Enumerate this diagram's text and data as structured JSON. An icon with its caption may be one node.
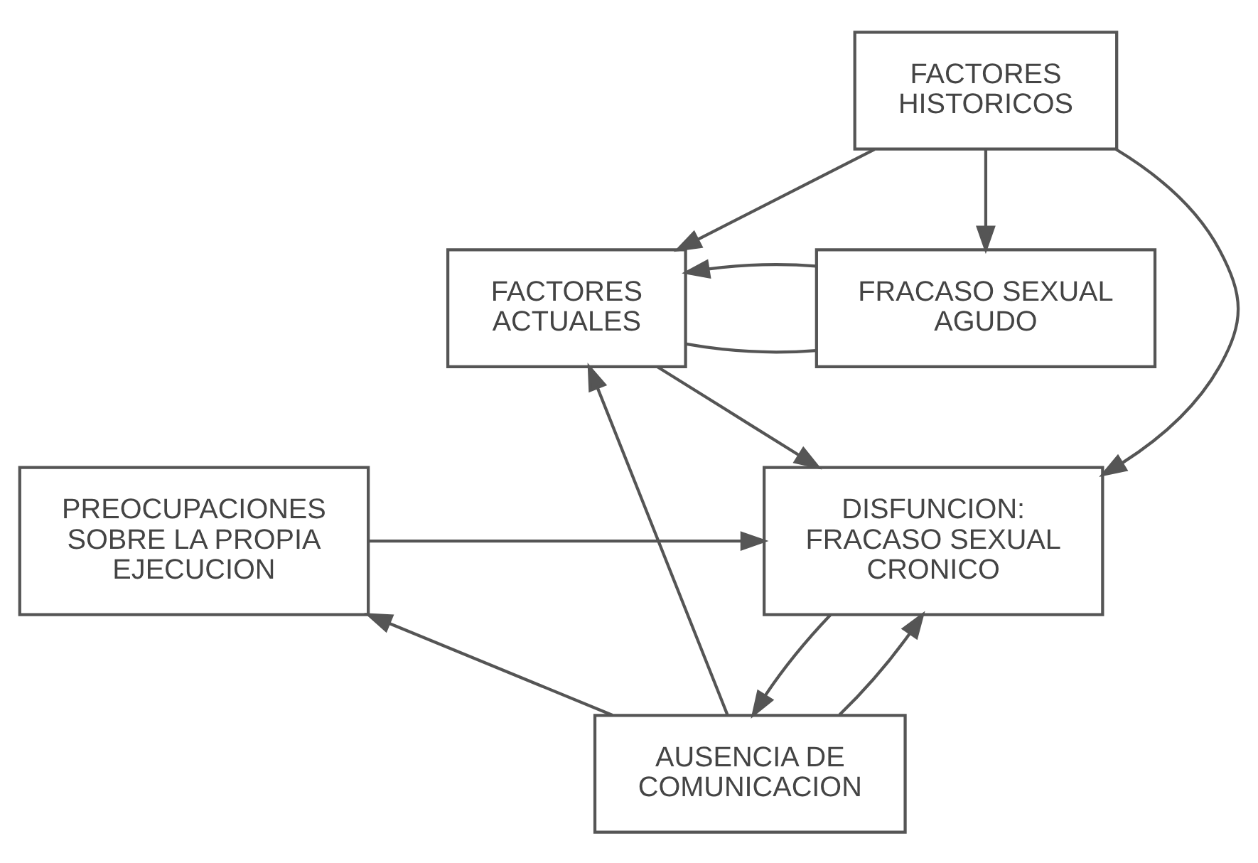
{
  "diagram": {
    "nodes": [
      {
        "text": [
          "FACTORES ACTUALES"
        ]
      },
      {
        "text": [
          "FRACASO SEXUAL AGUDO"
        ]
      },
      {
        "text": [
          "FACTORES HISTORICOS"
        ]
      },
      {
        "text": [
          "DISFUNCION: FRACASO SEXUAL CRONICO"
        ]
      },
      {
        "text": [
          "PREOCUPACIONES SOBRE LA PROPIA EJECUCION"
        ]
      },
      {
        "text": [
          "AUSENCIA DE COMUNICACION"
        ]
      }
    ],
    "edges": [
      {
        "from": 0,
        "to": 1,
        "arrow": "none"
      },
      {
        "from": 1,
        "to": 0,
        "arrow": "to"
      },
      {
        "from": 2,
        "to": 0,
        "arrow": "to"
      },
      {
        "from": 2,
        "to": 1,
        "arrow": "to"
      },
      {
        "from": 2,
        "to": 3,
        "arrow": "to"
      },
      {
        "from": 0,
        "to": 3,
        "arrow": "to"
      },
      {
        "from": 4,
        "to": 3,
        "arrow": "to"
      },
      {
        "from": 3,
        "to": 5,
        "arrow": "to"
      },
      {
        "from": 5,
        "to": 3,
        "arrow": "to"
      },
      {
        "from": 5,
        "to": 0,
        "arrow": "to"
      },
      {
        "from": 5,
        "to": 4,
        "arrow": "to"
      }
    ]
  }
}
